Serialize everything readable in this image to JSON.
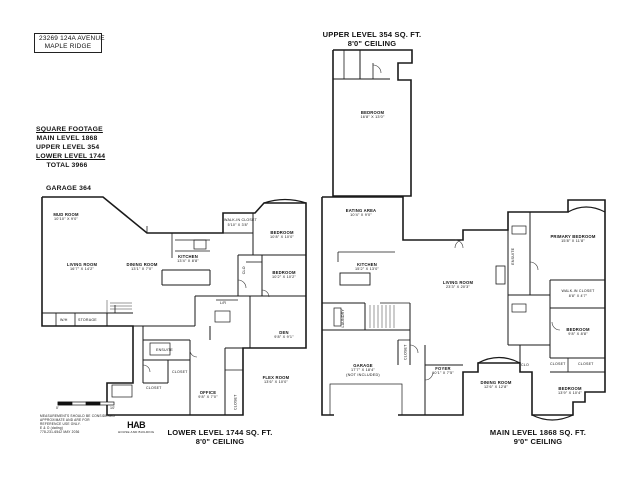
{
  "address": {
    "line1": "23269 124A AVENUE",
    "line2": "MAPLE RIDGE"
  },
  "square_footage": {
    "heading": "SQUARE FOOTAGE",
    "main": "MAIN LEVEL 1868",
    "upper": "UPPER LEVEL 354",
    "lower": "LOWER LEVEL 1744",
    "total": "TOTAL 3966"
  },
  "garage_label": "GARAGE 364",
  "levels": {
    "upper": {
      "title": "UPPER LEVEL 354 SQ. FT.",
      "ceiling": "8'0\" CEILING"
    },
    "lower": {
      "title": "LOWER LEVEL 1744 SQ. FT.",
      "ceiling": "8'0\" CEILING"
    },
    "main": {
      "title": "MAIN LEVEL 1868 SQ. FT.",
      "ceiling": "9'0\" CEILING"
    }
  },
  "upper_rooms": {
    "bedroom": {
      "name": "BEDROOM",
      "dim": "16'8\" X 13'0\""
    }
  },
  "lower_rooms": {
    "mud": {
      "name": "MUD ROOM",
      "dim": "10'10\" X 9'0\""
    },
    "living": {
      "name": "LIVING ROOM",
      "dim": "16'7\" X 14'2\""
    },
    "dining": {
      "name": "DINING ROOM",
      "dim": "13'1\" X 7'0\""
    },
    "kitchen": {
      "name": "KITCHEN",
      "dim": "13'4\" X 8'8\""
    },
    "walkin": {
      "name": "WALK-IN CLOSET",
      "dim": "5'10\" X 3'8\""
    },
    "bedroom1": {
      "name": "BEDROOM",
      "dim": "10'8\" X 10'0\""
    },
    "bedroom2": {
      "name": "BEDROOM",
      "dim": "10'2\" X 10'2\""
    },
    "den": {
      "name": "DEN",
      "dim": "9'8\" X 9'1\""
    },
    "flex": {
      "name": "FLEX ROOM",
      "dim": "13'6\" X 10'0\""
    },
    "office": {
      "name": "OFFICE",
      "dim": "9'8\" X 7'0\""
    },
    "ensuite": "ENSUITE",
    "closet1": "CLOSET",
    "closet2": "CLOSET",
    "closet3": "CLOSET",
    "clo": "CLO",
    "storage": "STORAGE",
    "lr": "L/R",
    "wh": "W/H"
  },
  "main_rooms": {
    "eating": {
      "name": "EATING AREA",
      "dim": "10'4\" X 9'0\""
    },
    "kitchen": {
      "name": "KITCHEN",
      "dim": "15'2\" X 13'0\""
    },
    "living": {
      "name": "LIVING ROOM",
      "dim": "23'3\" X 20'3\""
    },
    "primary": {
      "name": "PRIMARY BEDROOM",
      "dim": "15'8\" X 11'8\""
    },
    "walkin": {
      "name": "WALK-IN CLOSET",
      "dim": "8'8\" X 4'7\""
    },
    "bedroom1": {
      "name": "BEDROOM",
      "dim": "9'8\" X 8'8\""
    },
    "bedroom2": {
      "name": "BEDROOM",
      "dim": "13'9\" X 10'4\""
    },
    "garage": {
      "name": "GARAGE",
      "dim": "17'7\" X 18'4\"",
      "note": "(NOT INCLUDED)"
    },
    "foyer": {
      "name": "FOYER",
      "dim": "10'1\" X 7'5\""
    },
    "dining": {
      "name": "DINING ROOM",
      "dim": "12'6\" X 12'8\""
    },
    "ensuite": "ENSUITE",
    "laundry": "LAUNDRY",
    "closet1": "CLOSET",
    "closet2": "CLOSET",
    "closet3": "CLOSET",
    "clo": "CLO"
  },
  "disclaimer": {
    "line1": "MEASUREMENTS SHOULD BE CONSIDERED",
    "line2": "APPROXIMATE AND ARE FOR",
    "line3": "REFERENCE USE ONLY.",
    "line4": "E & O (dating)",
    "line5": "778-231-6542 MAY 2036"
  },
  "logo": {
    "mark": "HAB",
    "sub": "HOUSE AND BUILDING"
  },
  "scale": {
    "start": "0'",
    "end": "10'"
  }
}
